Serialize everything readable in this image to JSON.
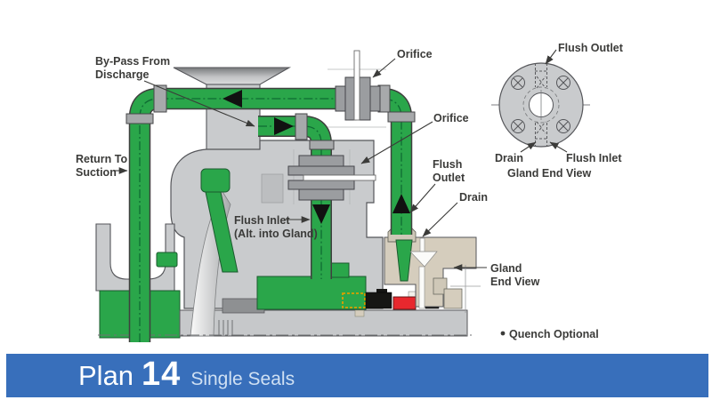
{
  "banner": {
    "plan_word": "Plan",
    "plan_number": "14",
    "subtitle": "Single Seals"
  },
  "pump_diagram": {
    "labels": {
      "bypass_line1": "By-Pass From",
      "bypass_line2": "Discharge",
      "return_line1": "Return To",
      "return_line2": "Suction",
      "orifice_upper": "Orifice",
      "orifice_lower": "Orifice",
      "flush_outlet_line1": "Flush",
      "flush_outlet_line2": "Outlet",
      "drain": "Drain",
      "flush_inlet_line1": "Flush Inlet",
      "flush_inlet_line2": "(Alt. into Gland)",
      "gland_line1": "Gland",
      "gland_line2": "End View",
      "quench_note": "Quench Optional"
    }
  },
  "detail_view": {
    "labels": {
      "flush_outlet": "Flush Outlet",
      "drain": "Drain",
      "flush_inlet": "Flush Inlet",
      "caption": "Gland End View"
    }
  },
  "colors": {
    "pipe_green": "#2aa64a",
    "casing_gray": "#c9cbcd",
    "flange_gray": "#9b9da0",
    "gland_tan": "#d5cdbd",
    "seal_red": "#e8282e",
    "banner_blue": "#386fbb",
    "label_text": "#3b3b39"
  }
}
